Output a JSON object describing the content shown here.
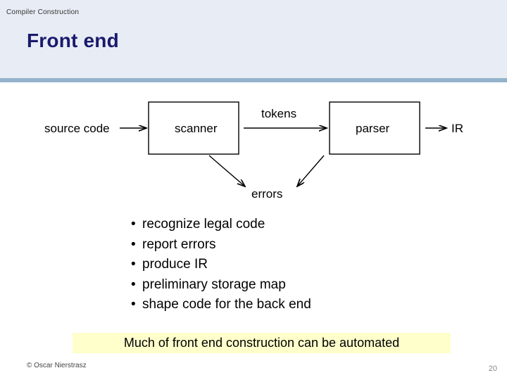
{
  "header": {
    "kicker": "Compiler Construction",
    "title": "Front end"
  },
  "diagram": {
    "labels": {
      "source_code": "source code",
      "scanner": "scanner",
      "tokens": "tokens",
      "parser": "parser",
      "ir": "IR",
      "errors": "errors"
    }
  },
  "bullets": {
    "marker": "•",
    "items": [
      "recognize legal code",
      "report errors",
      "produce IR",
      "preliminary storage map",
      "shape code for the back end"
    ]
  },
  "highlight": {
    "text": "Much of front end construction can be automated"
  },
  "footer": {
    "copyright": "© Oscar Nierstrasz",
    "page_number": "20"
  },
  "colors": {
    "header_band": "#e8edf5",
    "header_rule": "#93b3cd",
    "title": "#1a1a6e",
    "highlight_bg": "#ffffcc"
  }
}
